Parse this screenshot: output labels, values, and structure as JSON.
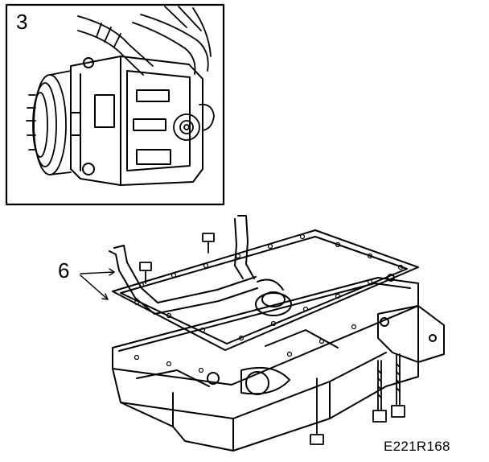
{
  "figure": {
    "inset_number": "3",
    "callout_number": "6",
    "figure_code": "E221R168"
  },
  "colors": {
    "ink": "#000000",
    "paper": "#ffffff"
  }
}
